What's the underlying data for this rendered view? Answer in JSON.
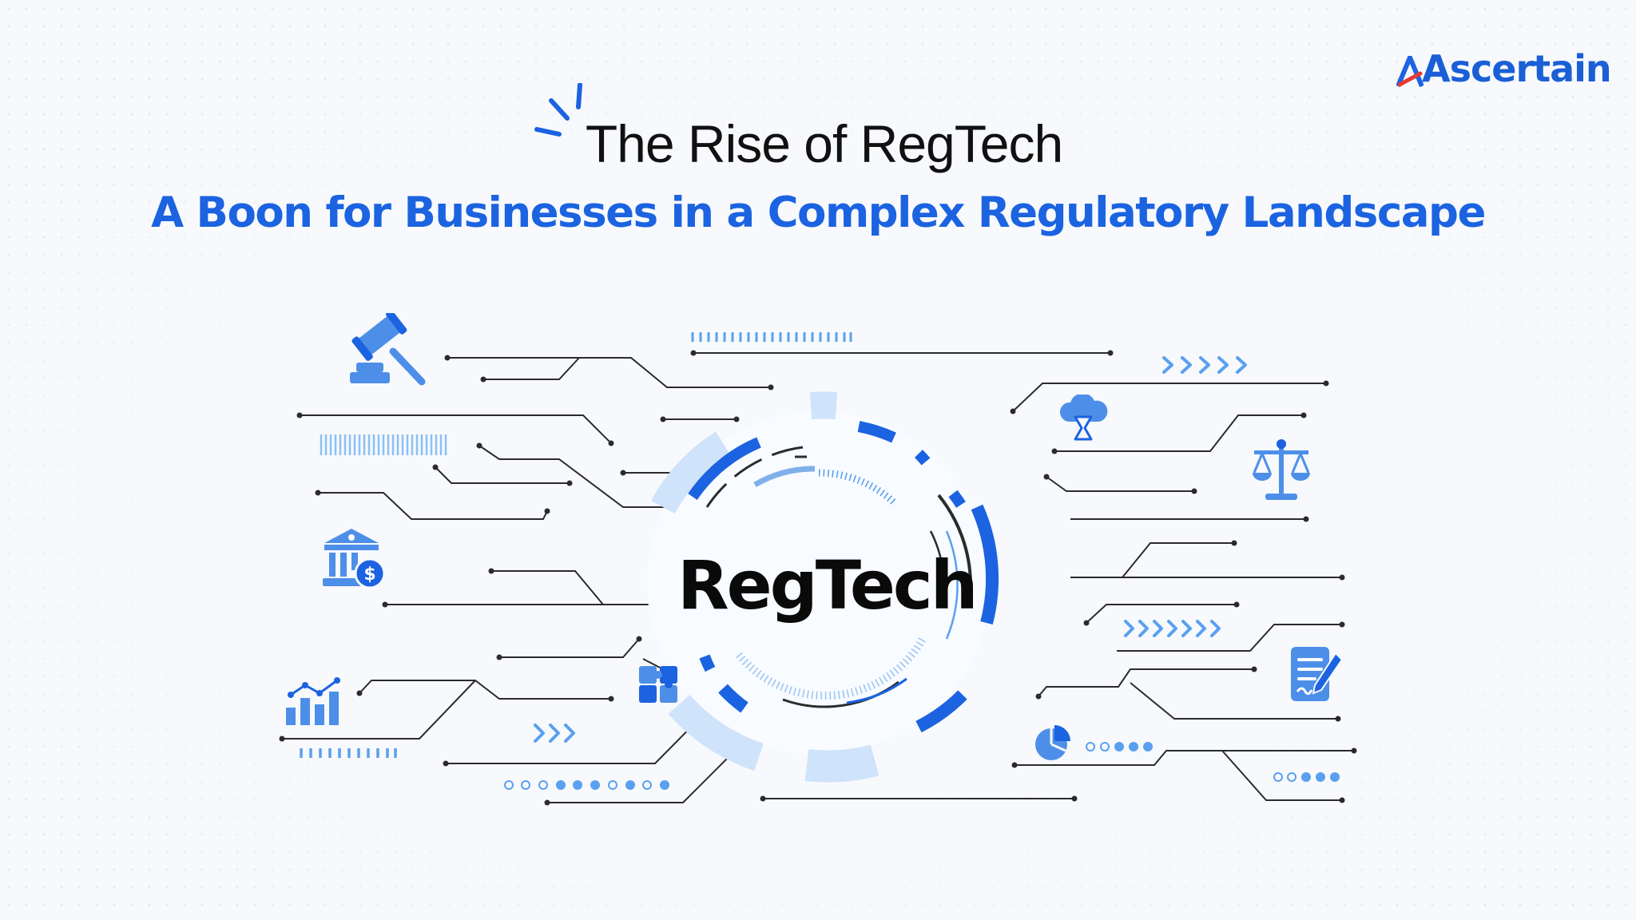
{
  "brand": {
    "name": "Ascertain",
    "color": "#1b63e0",
    "accent": "#e53935"
  },
  "heading": {
    "line1": "The Rise of RegTech",
    "line2": "A Boon for Businesses in a Complex Regulatory Landscape"
  },
  "center_label": "RegTech",
  "colors": {
    "primary": "#1b63e0",
    "light": "#cfe3fb",
    "mid": "#5aa0f0",
    "line": "#333333"
  },
  "icons": [
    "gavel-icon",
    "bank-dollar-icon",
    "bar-chart-icon",
    "puzzle-icon",
    "cloud-hourglass-icon",
    "scales-icon",
    "document-pen-icon",
    "pie-chart-icon"
  ]
}
